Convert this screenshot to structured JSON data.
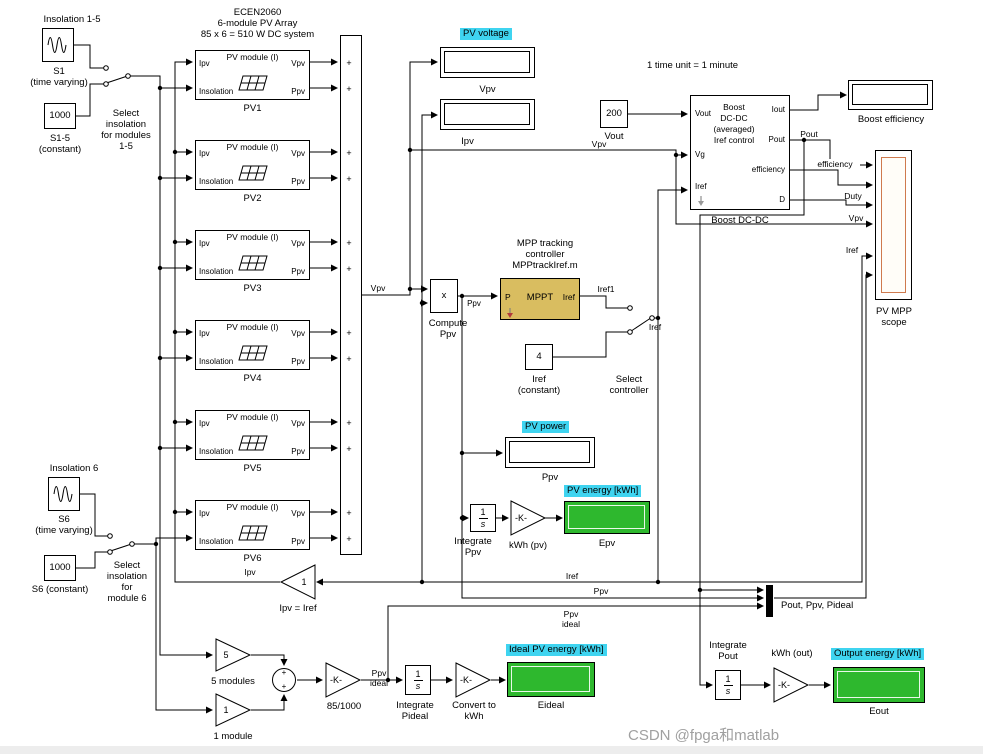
{
  "colors": {
    "tag_cyan": "#3fd4f0",
    "display_green": "#2eb82e",
    "mppt_tan": "#d9bd60",
    "scope_accent": "#cf7a4e",
    "watermark_gray": "#a0a0a0"
  },
  "notes": {
    "ecen_title": "ECEN2060\n6-module PV Array\n85 x 6 = 510 W DC system",
    "time_unit": "1 time unit = 1 minute",
    "mpp_controller": "MPP tracking\ncontroller\nMPPtrackIref.m",
    "watermark": "CSDN @fpga和matlab"
  },
  "sources": {
    "insolation15_heading": "Insolation 1-5",
    "s1_label": "S1\n(time varying)",
    "s15_value": "1000",
    "s15_label": "S1-5\n(constant)",
    "sw15_label": "Select\ninsolation\nfor modules\n1-5",
    "insolation6_heading": "Insolation 6",
    "s6_label": "S6\n(time varying)",
    "s6_value": "1000",
    "s6_const_label": "S6 (constant)",
    "sw6_label": "Select\ninsolation\nfor\nmodule 6"
  },
  "pv": {
    "block_title": "PV module (I)",
    "in_current": "Ipv",
    "in_insolation": "Insolation",
    "out_voltage": "Vpv",
    "out_power": "Ppv",
    "items": [
      {
        "label": "PV1"
      },
      {
        "label": "PV2"
      },
      {
        "label": "PV3"
      },
      {
        "label": "PV4"
      },
      {
        "label": "PV5"
      },
      {
        "label": "PV6"
      }
    ]
  },
  "sum": {
    "plus": "+"
  },
  "displays": {
    "pv_voltage_tag": "PV voltage",
    "vpv_label": "Vpv",
    "ipv_label": "Ipv",
    "pv_power_tag": "PV power",
    "ppv_label": "Ppv",
    "pv_energy_tag": "PV energy [kWh]",
    "epv_label": "Epv",
    "ideal_energy_tag": "Ideal PV energy [kWh]",
    "eideal_label": "Eideal",
    "output_energy_tag": "Output energy [kWh]",
    "eout_label": "Eout",
    "boost_eff_label": "Boost efficiency"
  },
  "blocks": {
    "vout_value": "200",
    "vout_label": "Vout",
    "product_symbol": "x",
    "compute_ppv_label": "Compute\nPpv",
    "mppt": {
      "title": "MPPT",
      "in_port": "P",
      "out_port": "Iref"
    },
    "iref_value": "4",
    "iref_label": "Iref\n(constant)",
    "select_controller_label": "Select\ncontroller",
    "boost": {
      "in1": "Vout",
      "in2": "Vg",
      "in3": "Iref",
      "title": "Boost\nDC-DC\n(averaged)\nIref control",
      "out1": "Iout",
      "out2": "Pout",
      "out3": "efficiency",
      "out4": "D",
      "label": "Boost DC-DC"
    },
    "scope_label": "PV MPP\nscope",
    "integrator_num": "1",
    "integrator_den": "s",
    "integrate_ppv_label": "Integrate\nPpv",
    "kwh_pv_gain": "-K-",
    "kwh_pv_label": "kWh (pv)",
    "ipv_iref_gain": "1",
    "ipv_iref_label": "Ipv = Iref",
    "gain5_value": "5",
    "gain5_label": "5 modules",
    "gain1_value": "1",
    "gain1_label": "1 module",
    "gain85_value": "-K-",
    "gain85_label": "85/1000",
    "integrate_pideal_label": "Integrate\nPideal",
    "convert_gain": "-K-",
    "convert_label": "Convert to\nkWh",
    "mux_label": "Pout, Ppv, Pideal",
    "integrate_pout_label": "Integrate\nPout",
    "kwh_out_gain": "-K-",
    "kwh_out_label": "kWh (out)"
  },
  "signals": {
    "vpv_sum": "Vpv",
    "vpv_vg": "Vpv",
    "vpv_scope": "Vpv",
    "ppv_small": "Ppv",
    "iref1": "Iref1",
    "iref_switch": "Iref",
    "iref_run": "Iref",
    "iref_scope": "Iref",
    "ppv_run": "Ppv",
    "ppv_ideal_run": "Ppv\nideal",
    "ppv_ideal_gain": "Ppv\nideal",
    "pout": "Pout",
    "efficiency": "efficiency",
    "duty": "Duty",
    "ipv_bus": "Ipv"
  }
}
